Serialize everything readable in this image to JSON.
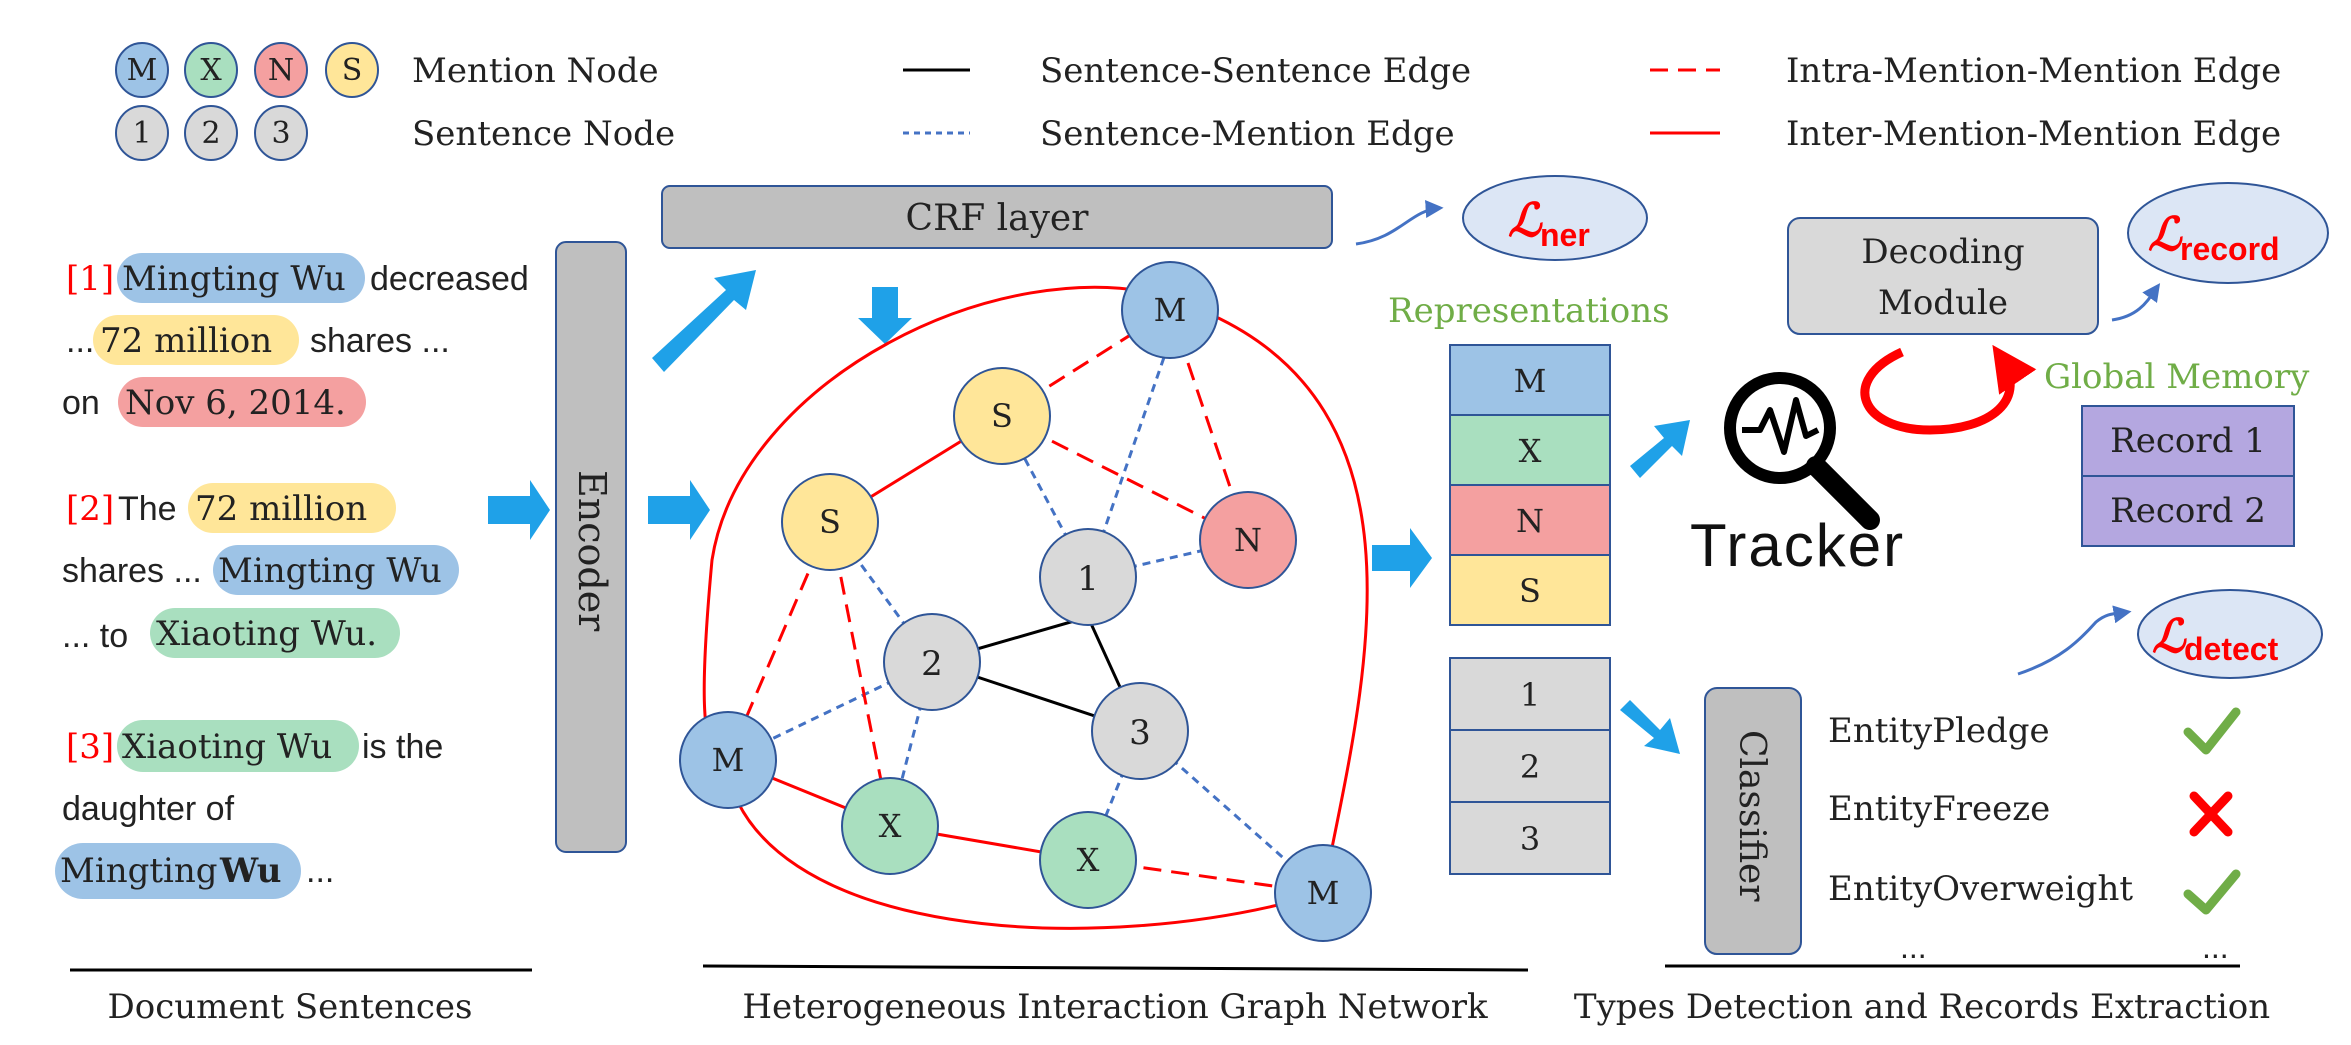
{
  "legend": {
    "node_labels": [
      "M",
      "X",
      "N",
      "S"
    ],
    "mention_node": "Mention Node",
    "sentence_node_labels": [
      "1",
      "2",
      "3"
    ],
    "sentence_node": "Sentence Node",
    "edges": [
      "Sentence-Sentence Edge",
      "Sentence-Mention Edge",
      "Intra-Mention-Mention Edge",
      "Inter-Mention-Mention Edge"
    ]
  },
  "sentences": {
    "s1": {
      "idx": "[1]",
      "m1": "Mingting Wu",
      "t1": "decreased",
      "t2": "...",
      "m2": "72 million",
      "t3": "shares ...",
      "t4": "on",
      "m3": "Nov 6, 2014."
    },
    "s2": {
      "idx": "[2]",
      "t1": "The",
      "m1": "72 million",
      "t2": "shares ...",
      "m2": "Mingting Wu",
      "t3": "... to",
      "m3": "Xiaoting Wu."
    },
    "s3": {
      "idx": "[3]",
      "m1": "Xiaoting Wu",
      "t1": "is the",
      "t2": "daughter of",
      "m2": "Mingting",
      "m2b": "Wu",
      "t3": "..."
    }
  },
  "encoder": "Encoder",
  "crf": "CRF layer",
  "graph": {
    "mention_labels": [
      "M",
      "S",
      "S",
      "N",
      "M",
      "X",
      "X",
      "M"
    ],
    "sentence_labels": [
      "1",
      "2",
      "3"
    ]
  },
  "loss": {
    "symbol": "ℒ",
    "ner": "ner",
    "record": "record",
    "detect": "detect"
  },
  "representations": {
    "title": "Representations",
    "mention_cells": [
      "M",
      "X",
      "N",
      "S"
    ],
    "sentence_cells": [
      "1",
      "2",
      "3"
    ]
  },
  "decoding": {
    "line1": "Decoding",
    "line2": "Module"
  },
  "memory": {
    "title": "Global Memory",
    "records": [
      "Record 1",
      "Record 2"
    ]
  },
  "tracker": "Tracker",
  "classifier": "Classifier",
  "event_types": [
    {
      "name": "EntityPledge",
      "status": "check"
    },
    {
      "name": "EntityFreeze",
      "status": "cross"
    },
    {
      "name": "EntityOverweight",
      "status": "check"
    }
  ],
  "ellipsis_left": "...",
  "ellipsis_right": "...",
  "sections": {
    "document": "Document Sentences",
    "graph": "Heterogeneous Interaction Graph Network",
    "detection": "Types Detection and Records Extraction"
  },
  "colors": {
    "mention_M": "#9dc3e6",
    "mention_X": "#a9dfbf",
    "mention_N": "#f4a0a0",
    "mention_S": "#ffe699",
    "sentence": "#d9d9d9",
    "node_stroke": "#2f5597",
    "red": "#ff0000",
    "edge_blue": "#4472c4",
    "arrow": "#1fa1e8",
    "memory": "#b4a7e0",
    "green_text": "#70ad47",
    "check": "#70ad47",
    "cross": "#ff0000"
  }
}
